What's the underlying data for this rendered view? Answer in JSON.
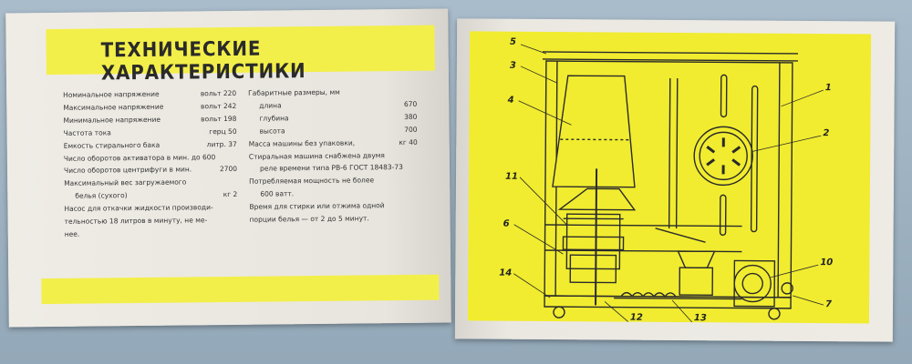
{
  "left_page": {
    "title": "ТЕХНИЧЕСКИЕ ХАРАКТЕРИСТИКИ",
    "specs_left": [
      {
        "label": "Номинальное напряжение",
        "value": "вольт 220"
      },
      {
        "label": "Максимальное напряжение",
        "value": "вольт 242"
      },
      {
        "label": "Минимальное напряжение",
        "value": "вольт 198"
      },
      {
        "label": "Частота тока",
        "value": "герц 50"
      },
      {
        "label": "Емкость стирального бака",
        "value": "литр. 37"
      },
      {
        "label": "Число оборотов активатора в мин. до 600",
        "value": ""
      },
      {
        "label": "Число оборотов центрифуги в мин.",
        "value": "2700"
      },
      {
        "label": "Максимальный вес загружаемого",
        "value": ""
      },
      {
        "label": "белья (сухого)",
        "value": "кг 2"
      },
      {
        "label": "Насос для откачки жидкости производи-",
        "value": ""
      },
      {
        "label": "тельностью 18 литров в минуту, не ме-",
        "value": ""
      },
      {
        "label": "нее.",
        "value": ""
      }
    ],
    "specs_right": [
      {
        "label": "Габаритные размеры, мм",
        "value": ""
      },
      {
        "label": "длина",
        "value": "670"
      },
      {
        "label": "глубина",
        "value": "380"
      },
      {
        "label": "высота",
        "value": "700"
      },
      {
        "label": "Масса машины без упаковки,",
        "value": "кг 40"
      },
      {
        "label": "Стиральная машина снабжена двумя",
        "value": ""
      },
      {
        "label": "реле времени типа РВ-6 ГОСТ 18483-73",
        "value": ""
      },
      {
        "label": "Потребляемая мощность не более",
        "value": ""
      },
      {
        "label": "600 ватт.",
        "value": ""
      },
      {
        "label": "Время для стирки или отжима одной",
        "value": ""
      },
      {
        "label": "порции белья — от 2 до 5 минут.",
        "value": ""
      }
    ]
  },
  "right_page": {
    "callouts": [
      "5",
      "3",
      "4",
      "1",
      "2",
      "11",
      "6",
      "14",
      "12",
      "13",
      "10",
      "7"
    ]
  },
  "colors": {
    "accent_yellow": "#f3ef4a",
    "paper": "#eae7e1",
    "background": "#9cb0bf"
  }
}
